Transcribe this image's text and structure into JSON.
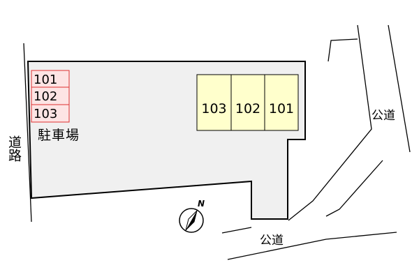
{
  "parking": {
    "spaces": [
      "101",
      "102",
      "103"
    ],
    "label": "駐車場"
  },
  "building": {
    "units": [
      "103",
      "102",
      "101"
    ]
  },
  "roads": {
    "left_road": "道路",
    "right_road": "公道",
    "bottom_road": "公道"
  },
  "compass": {
    "north": "N"
  },
  "colors": {
    "lot_fill": "#f0f0f0",
    "unit_fill": "#ffffcc",
    "parking_fill": "#fde4e4",
    "parking_stroke": "#e03030"
  }
}
